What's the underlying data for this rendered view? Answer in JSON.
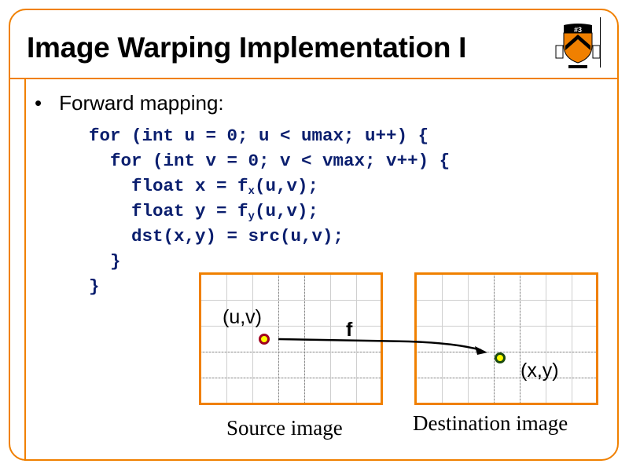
{
  "title": "Image Warping Implementation I",
  "bullet": "Forward mapping:",
  "code": {
    "line1": "for (int u = 0; u < umax; u++) {",
    "line2": "  for (int v = 0; v < vmax; v++) {",
    "line3_pre": "    float x = f",
    "line3_sub": "x",
    "line3_post": "(u,v);",
    "line4_pre": "    float y = f",
    "line4_sub": "y",
    "line4_post": "(u,v);",
    "line5": "    dst(x,y) = src(u,v);",
    "line6": "  }",
    "line7": "}"
  },
  "diagram": {
    "source_point_label": "(u,v)",
    "dest_point_label": "(x,y)",
    "function_label": "f",
    "source_caption": "Source image",
    "dest_caption": "Destination image"
  },
  "colors": {
    "accent": "#f08000",
    "code": "#0a1e6e",
    "source_point": "#a00020",
    "dest_point": "#1a4a10"
  },
  "logo": "princeton-shield-icon"
}
